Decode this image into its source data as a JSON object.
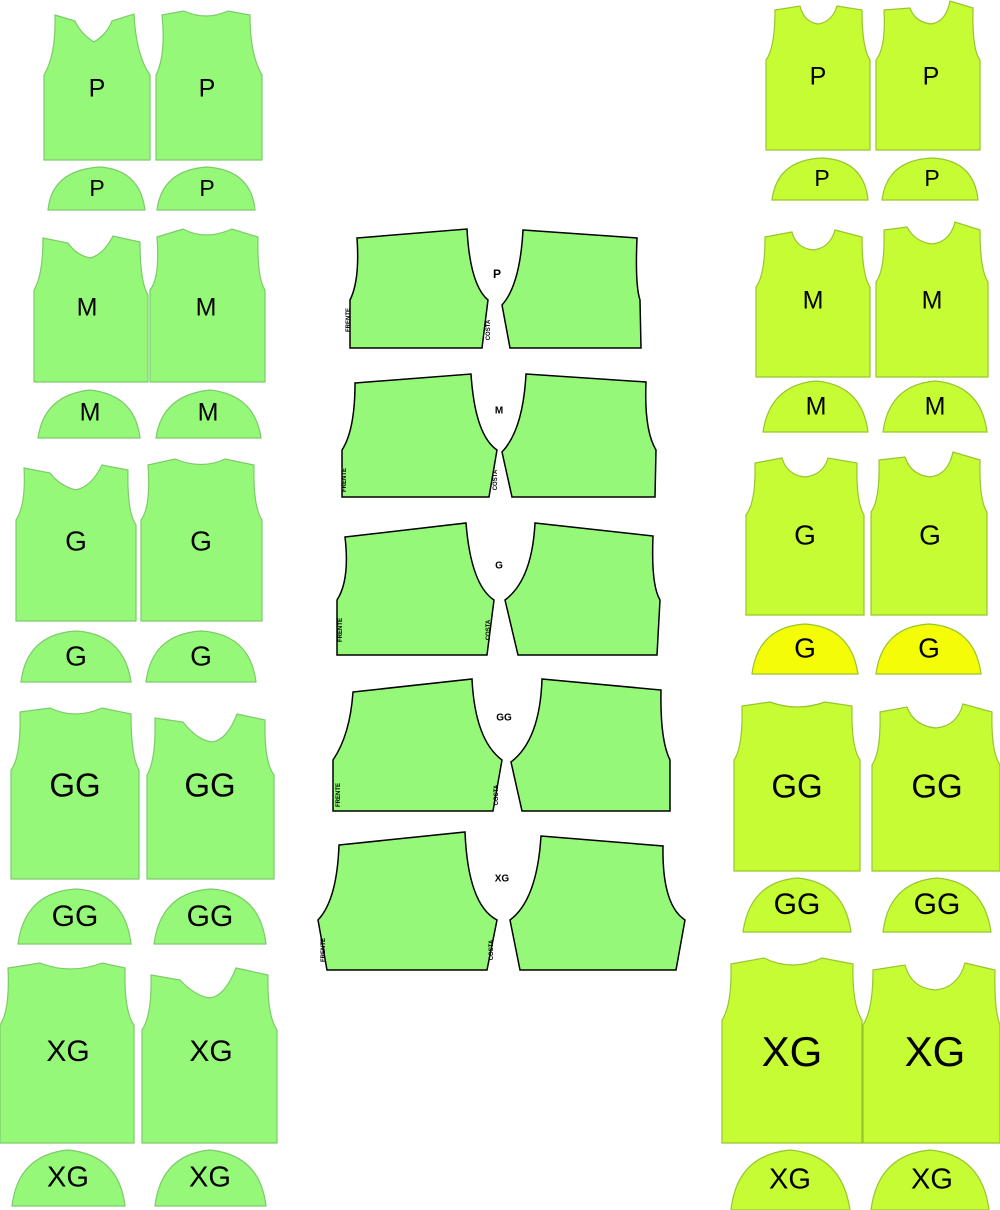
{
  "colors": {
    "left_fill": "#96f878",
    "left_stroke": "#7ccb6a",
    "right_fill": "#c6fc33",
    "right_stroke": "#98c52f",
    "highlight_fill": "#f5fd06",
    "short_fill": "#96f878",
    "short_stroke": "#000000",
    "background": "#ffffff"
  },
  "left_column": {
    "sizes": [
      "P",
      "M",
      "G",
      "GG",
      "XG"
    ]
  },
  "right_column": {
    "sizes": [
      "P",
      "M",
      "G",
      "GG",
      "XG"
    ]
  },
  "shorts": {
    "sizes": [
      "P",
      "M",
      "G",
      "GG",
      "XG"
    ],
    "front_label": "FRENTE",
    "back_label": "COSTA"
  }
}
